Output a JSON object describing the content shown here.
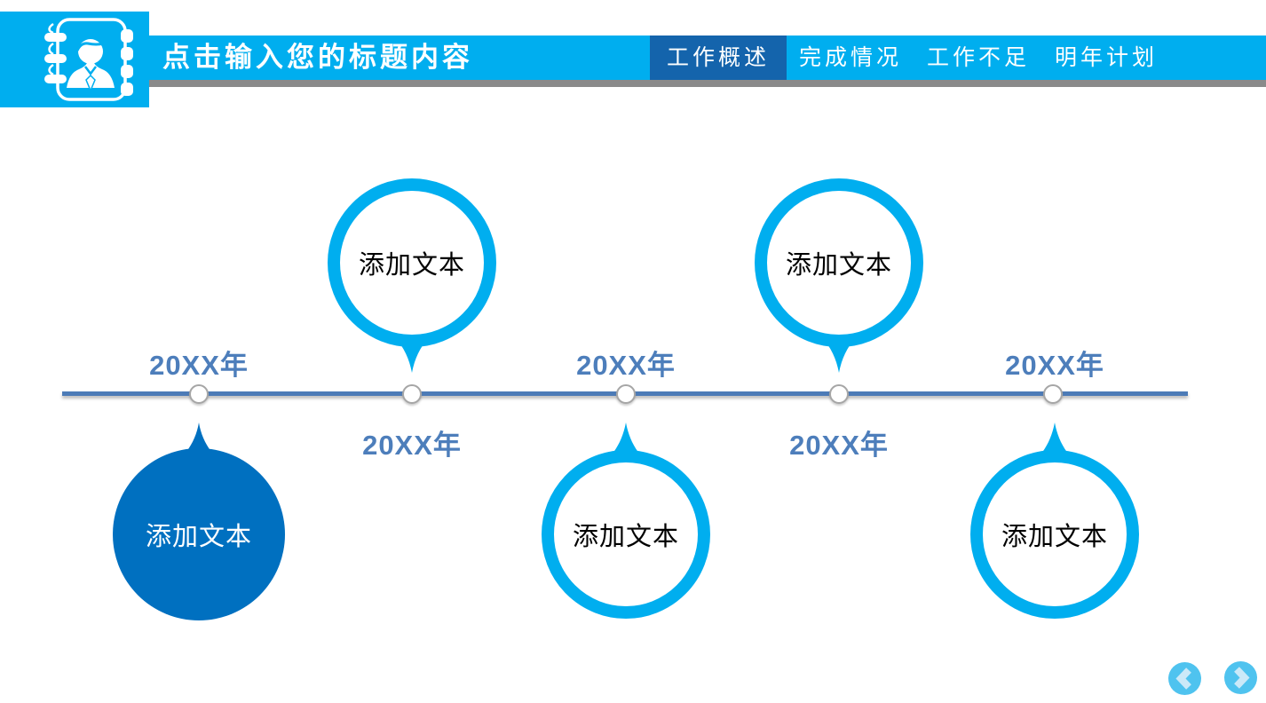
{
  "header": {
    "title": "点击输入您的标题内容",
    "logo_icon": "notebook-person-icon",
    "tabs": [
      {
        "label": "工作概述",
        "active": true
      },
      {
        "label": "完成情况",
        "active": false
      },
      {
        "label": "工作不足",
        "active": false
      },
      {
        "label": "明年计划",
        "active": false
      }
    ]
  },
  "timeline": {
    "items": [
      {
        "year": "20XX年",
        "text": "添加文本",
        "circle_position": "below-line",
        "style": "dark-filled-teardrop"
      },
      {
        "year": "20XX年",
        "text": "添加文本",
        "circle_position": "above-line",
        "style": "light-outline"
      },
      {
        "year": "20XX年",
        "text": "添加文本",
        "circle_position": "below-line",
        "style": "light-outline"
      },
      {
        "year": "20XX年",
        "text": "添加文本",
        "circle_position": "above-line",
        "style": "light-outline"
      },
      {
        "year": "20XX年",
        "text": "添加文本",
        "circle_position": "below-line",
        "style": "light-outline"
      }
    ]
  },
  "navigation": {
    "prev_icon": "chevron-left-icon",
    "next_icon": "chevron-right-icon"
  },
  "colors": {
    "accent_cyan": "#00AEEF",
    "tab_active_blue": "#1464AC",
    "dark_circle_blue": "#0070C0",
    "steel_blue": "#4D7EBB",
    "header_shadow_gray": "#8A8A8A",
    "nav_button_blue": "#4FC3EF"
  }
}
